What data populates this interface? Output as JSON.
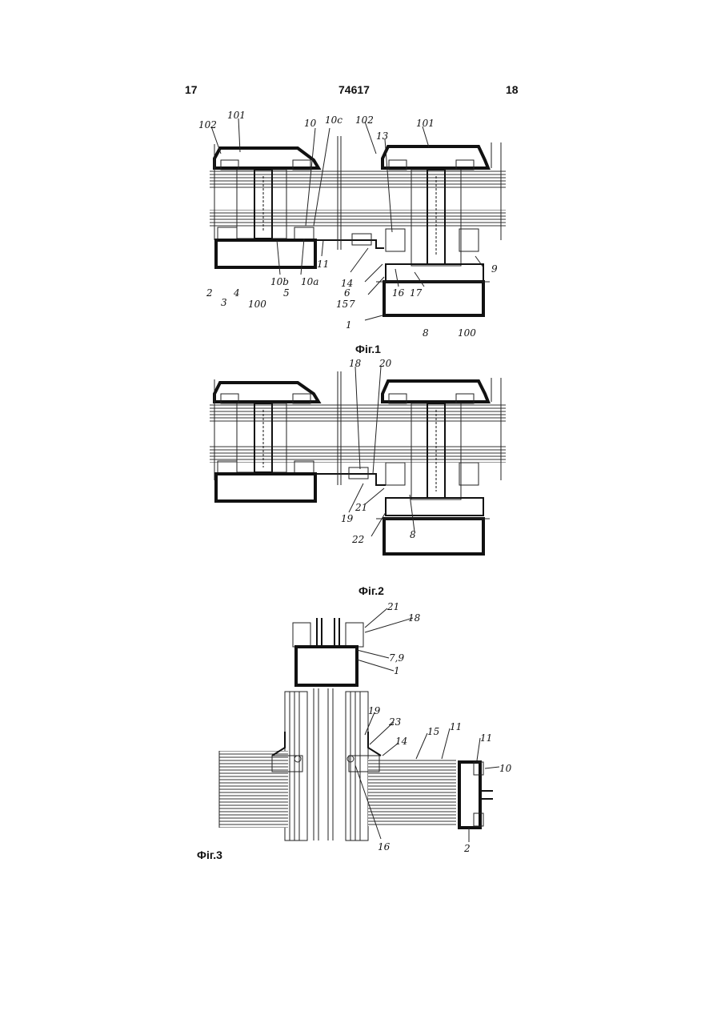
{
  "header": {
    "page_left": "17",
    "doc_number": "74617",
    "page_right": "18"
  },
  "figures": [
    {
      "caption": "Фіг.1",
      "labels": [
        "102",
        "101",
        "10c",
        "10",
        "102",
        "13",
        "101",
        "2",
        "3",
        "4",
        "100",
        "10b",
        "5",
        "10a",
        "11",
        "15",
        "14",
        "6",
        "7",
        "16",
        "17",
        "9",
        "1",
        "8",
        "100"
      ]
    },
    {
      "caption": "Фіг.2",
      "labels": [
        "18",
        "20",
        "19",
        "21",
        "22",
        "8"
      ]
    },
    {
      "caption": "Фіг.3",
      "labels": [
        "21",
        "18",
        "7,9",
        "1",
        "19",
        "23",
        "14",
        "15",
        "11",
        "11",
        "10",
        "16",
        "2"
      ]
    }
  ]
}
